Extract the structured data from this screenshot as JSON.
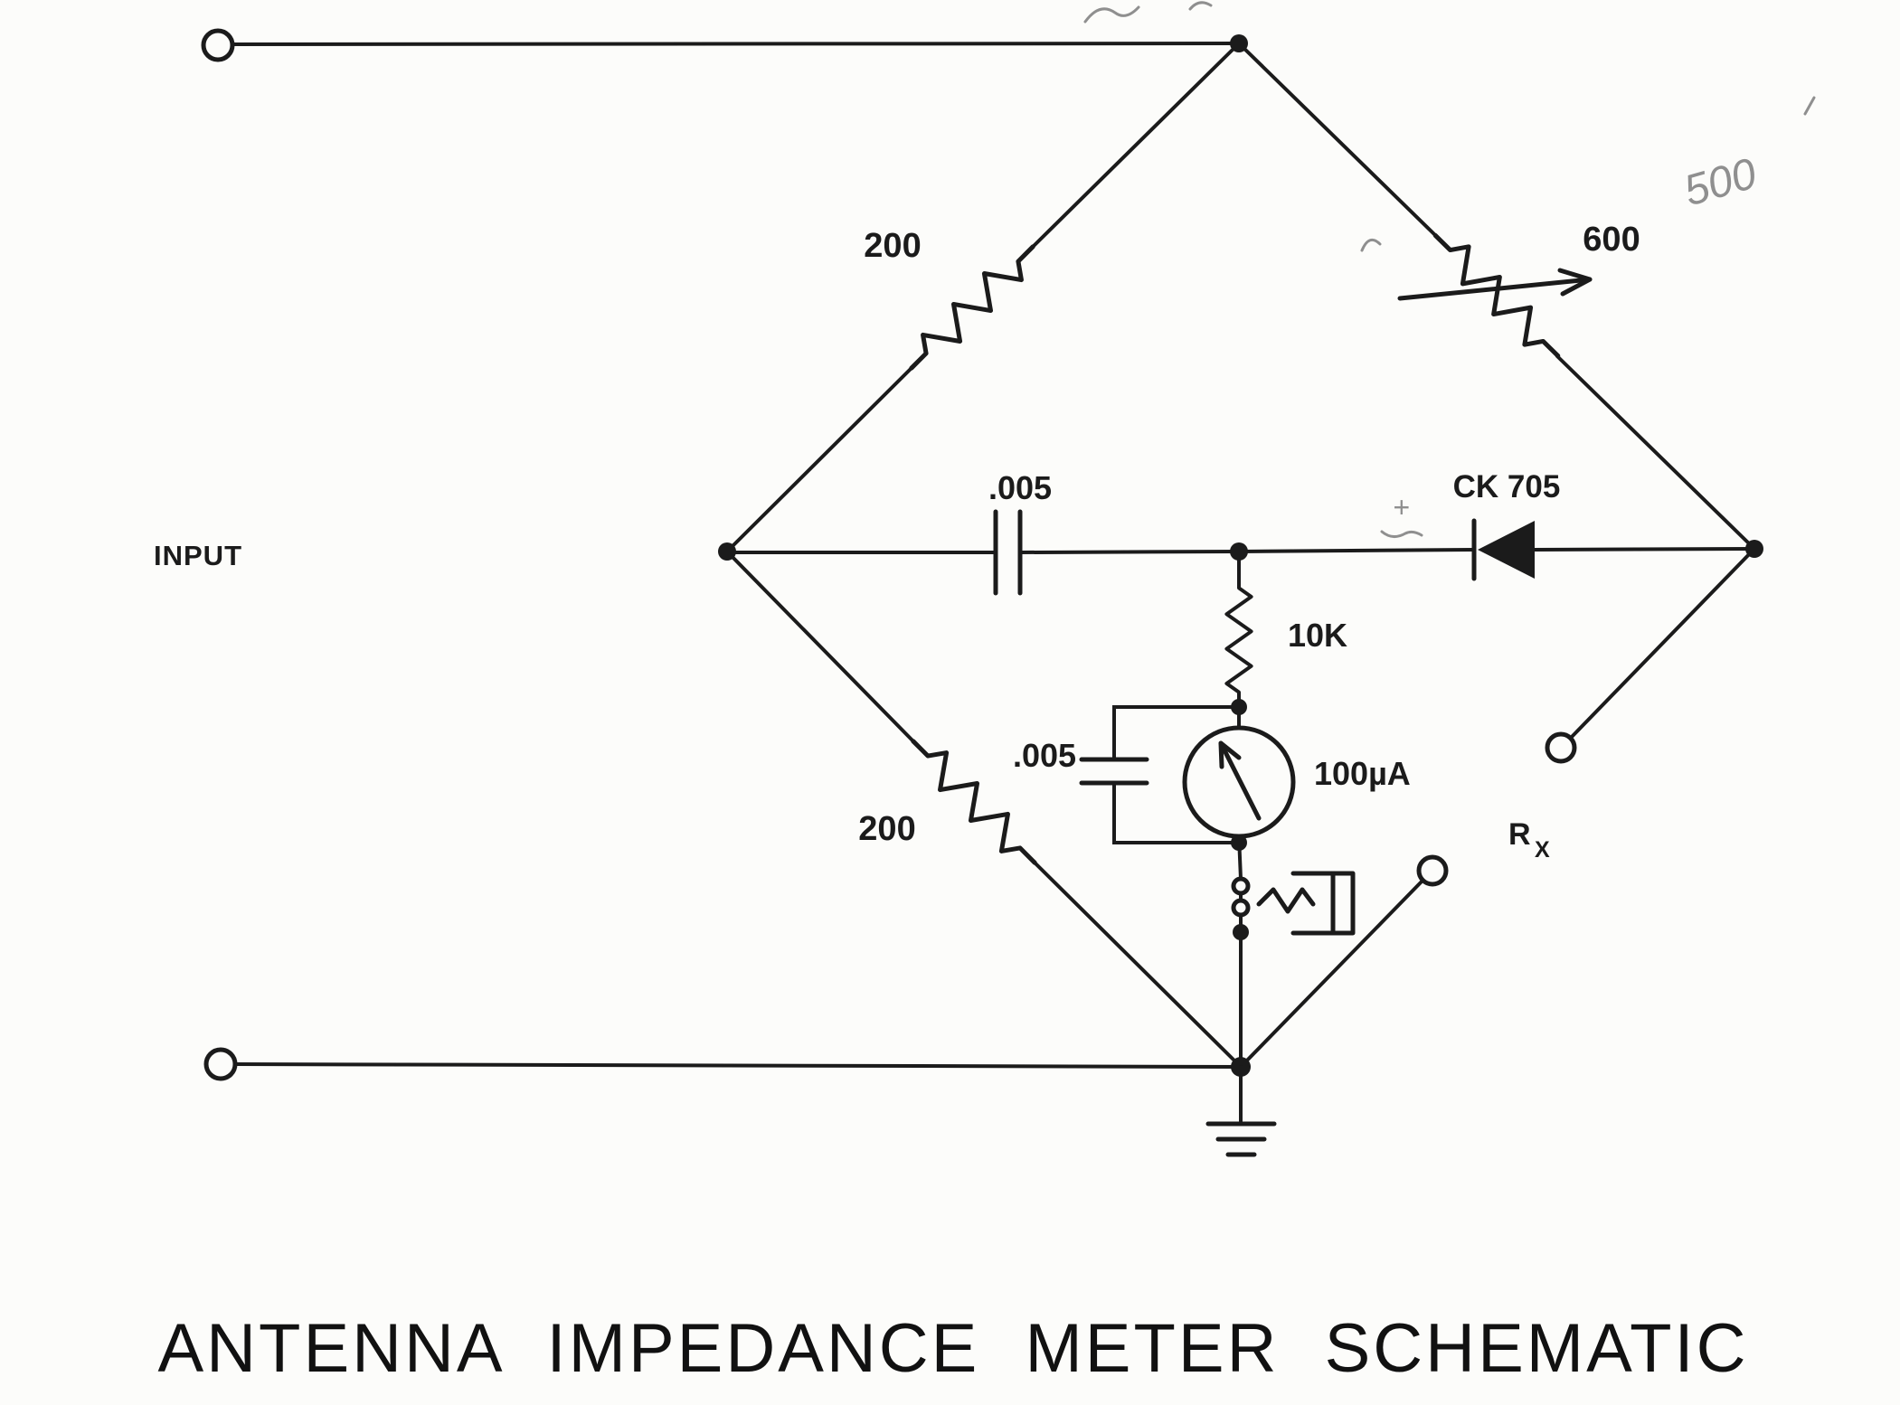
{
  "colors": {
    "ink": "#1b1b1b",
    "pencil": "#8f8f8f",
    "paper": "#fcfcfa"
  },
  "title": "ANTENNA IMPEDANCE METER SCHEMATIC",
  "labels": {
    "input": "INPUT",
    "resistor_upper_left": "200",
    "resistor_lower_left": "200",
    "potentiometer": "600",
    "capacitor_bridge": ".005",
    "capacitor_meter": ".005",
    "diode": "CK 705",
    "resistor_series_meter": "10K",
    "meter": "100µA",
    "unknown_impedance": "R",
    "unknown_impedance_sub": "X"
  },
  "annotations": {
    "handwritten_resistance": "500",
    "handwritten_polarity": "+"
  }
}
